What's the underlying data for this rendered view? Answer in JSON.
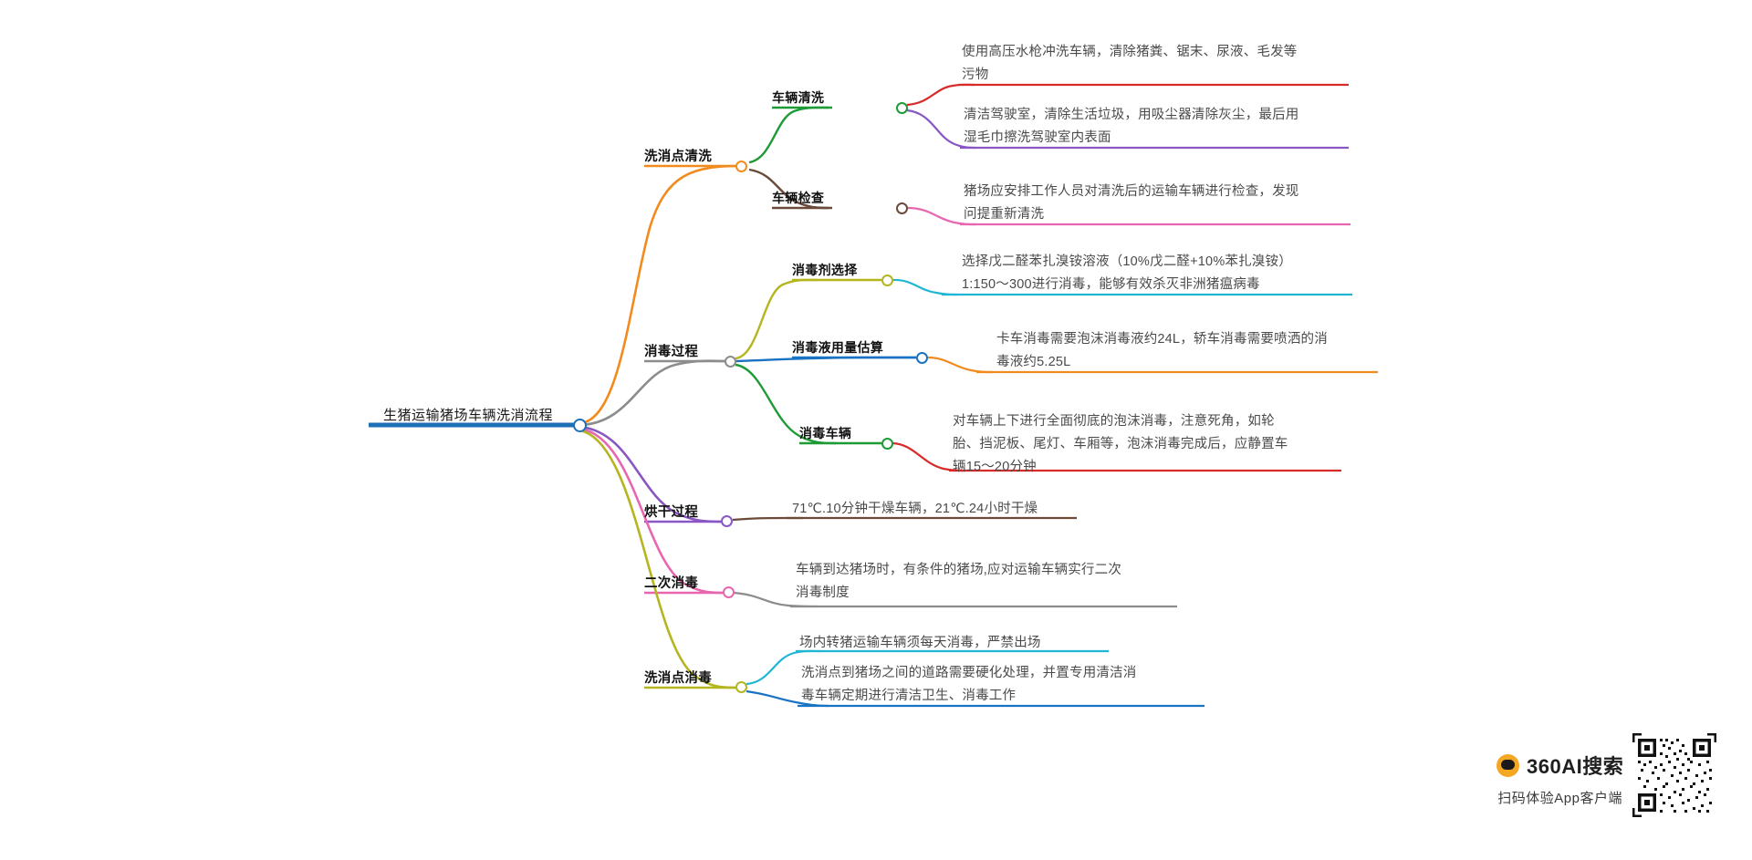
{
  "diagram": {
    "type": "mindmap",
    "root": {
      "label": "生猪运输猪场车辆洗消流程",
      "color": "#1d6fb8"
    },
    "branches": [
      {
        "label": "洗消点清洗",
        "color": "#f28b1e",
        "children": [
          {
            "label": "车辆清洗",
            "color": "#1e9b36",
            "leaves": [
              {
                "text": "使用高压水枪冲洗车辆，清除猪粪、锯末、尿液、毛发等\n污物",
                "color": "#d92a2a"
              },
              {
                "text": "清洁驾驶室，清除生活垃圾，用吸尘器清除灰尘，最后用\n湿毛巾擦洗驾驶室内表面",
                "color": "#8957c4"
              }
            ]
          },
          {
            "label": "车辆检查",
            "color": "#6b4a3a",
            "leaves": [
              {
                "text": "猪场应安排工作人员对清洗后的运输车辆进行检查，发现\n问提重新清洗",
                "color": "#e866b0"
              }
            ]
          }
        ]
      },
      {
        "label": "消毒过程",
        "color": "#8c8c8c",
        "children": [
          {
            "label": "消毒剂选择",
            "color": "#b5b520",
            "leaves": [
              {
                "text": "选择戊二醛苯扎溴铵溶液（10%戊二醛+10%苯扎溴铵）\n1:150～300进行消毒，能够有效杀灭非洲猪瘟病毒",
                "color": "#1fb6d4"
              }
            ]
          },
          {
            "label": "消毒液用量估算",
            "color": "#1a73c2",
            "leaves": [
              {
                "text": "卡车消毒需要泡沫消毒液约24L，轿车消毒需要喷洒的消\n毒液约5.25L",
                "color": "#f28b1e"
              }
            ]
          },
          {
            "label": "消毒车辆",
            "color": "#1e9b36",
            "leaves": [
              {
                "text": "对车辆上下进行全面彻底的泡沫消毒，注意死角，如轮\n胎、挡泥板、尾灯、车厢等，泡沫消毒完成后，应静置车\n辆15～20分钟",
                "color": "#d92a2a"
              }
            ]
          }
        ]
      },
      {
        "label": "烘干过程",
        "color": "#8957c4",
        "children": [],
        "leaves": [
          {
            "text": "71℃.10分钟干燥车辆，21℃.24小时干燥",
            "color": "#6b4a3a"
          }
        ]
      },
      {
        "label": "二次消毒",
        "color": "#e866b0",
        "children": [],
        "leaves": [
          {
            "text": "车辆到达猪场时，有条件的猪场,应对运输车辆实行二次\n消毒制度",
            "color": "#8c8c8c"
          }
        ]
      },
      {
        "label": "洗消点消毒",
        "color": "#b5b520",
        "children": [],
        "leaves": [
          {
            "text": "场内转猪运输车辆须每天消毒，严禁出场",
            "color": "#1fb6d4"
          },
          {
            "text": "洗消点到猪场之间的道路需要硬化处理，并置专用清洁消\n毒车辆定期进行清洁卫生、消毒工作",
            "color": "#1a73c2"
          }
        ]
      }
    ]
  },
  "watermark": {
    "brand": "360AI搜索",
    "subtitle": "扫码体验App客户端",
    "badge_color": "#f5a623"
  }
}
